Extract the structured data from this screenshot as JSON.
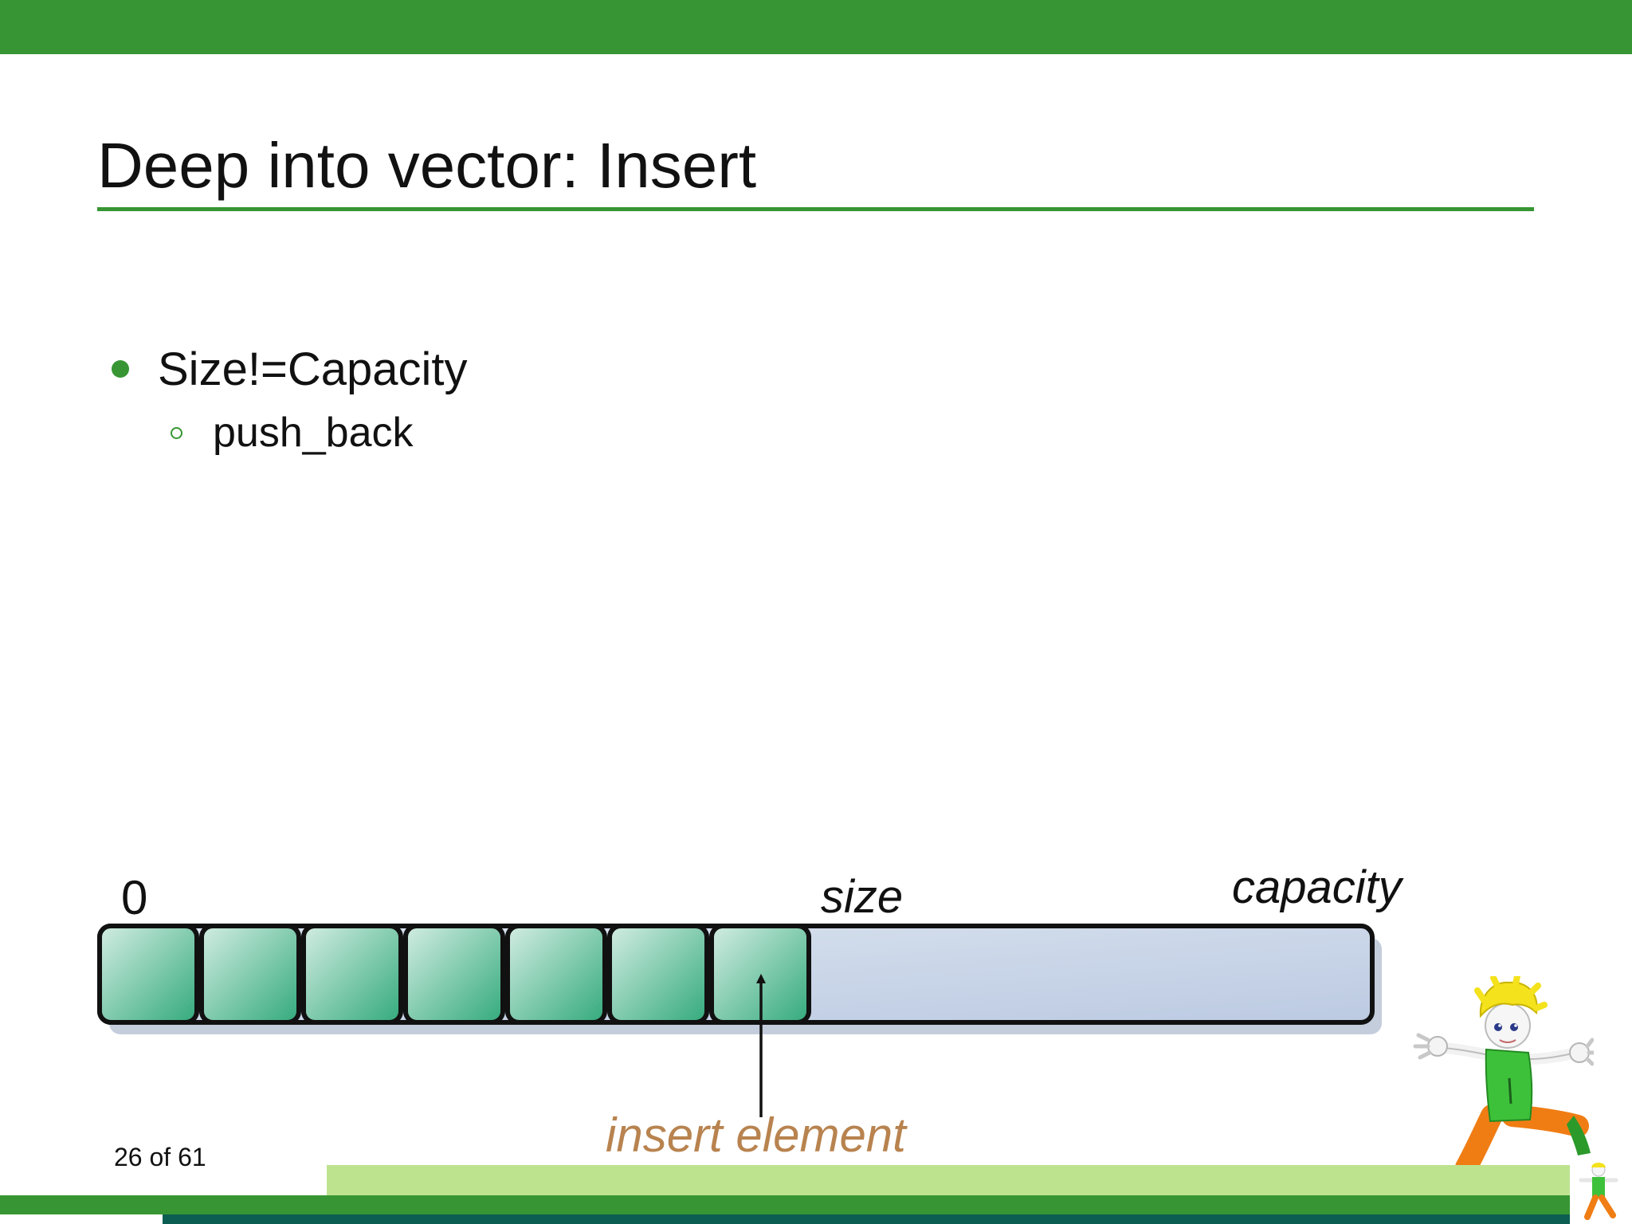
{
  "slide": {
    "title": "Deep into vector: Insert",
    "bullets": [
      {
        "text": "Size!=Capacity",
        "sub_bullets": [
          {
            "text": "push_back"
          }
        ]
      }
    ],
    "page_number": "26 of 61"
  },
  "diagram": {
    "label_start": "0",
    "label_size": "size",
    "label_capacity": "capacity",
    "label_insert": "insert element",
    "filled_slots": 7,
    "insert_slot_index": 6
  },
  "colors": {
    "accent_green": "#379633",
    "light_green": "#bde38f",
    "dark_teal": "#0c5e52",
    "insert_label": "#b8834f",
    "slot_fill_light": "#d3ede3",
    "slot_fill_dark": "#33aa7c",
    "empty_fill_light": "#dbe4ef",
    "empty_fill_dark": "#bccae2"
  },
  "icons": {
    "bullet_level_1": "filled-circle-bullet-icon",
    "bullet_level_2": "hollow-circle-bullet-icon",
    "mascot": "cartoon-mascot-icon"
  }
}
